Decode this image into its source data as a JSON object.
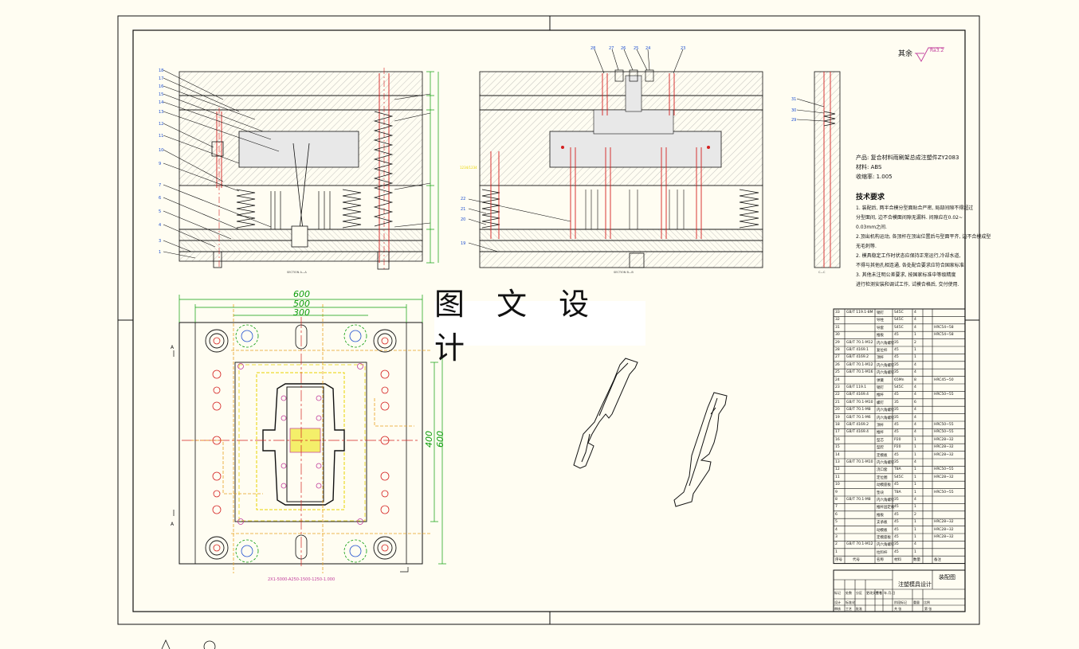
{
  "watermark": "图 文 设 计",
  "roughness_note": "其余",
  "product_info": [
    "产品: 复合材料雨刷架总成注塑件ZY2083",
    "材料: ABS",
    "收缩率: 1.005"
  ],
  "technical_requirements": {
    "title": "技术要求",
    "lines": [
      "1. 装配后, 两半合模分型面贴合严密, 局部间隙不得超过",
      "分型面间, 边不合模面间隙无漏料. 间隙应在0.02~",
      "0.03mm之间.",
      "2.顶出机构运动, 各顶杆在顶出位置后与型面平齐, 边不合模成型",
      "无毛刺等.",
      "2. 模具稳定工作时状态应保持正常运行,冷却水道,",
      "不得与其他孔相连通, 各处配合要求应符合国家标准.",
      "3. 其他未注明公差要求, 按国家标准中等级精度",
      "进行检测安装和调试工作, 试模合格后, 交付使用."
    ]
  },
  "dimensions": {
    "d600": "600",
    "d500": "500",
    "d300": "300",
    "d400": "400",
    "d600v": "600"
  },
  "bom_rows": [
    [
      "33",
      "GB/T 119.1-8M",
      "销钉",
      "S45C",
      "4",
      ""
    ],
    [
      "32",
      "",
      "导柱",
      "S45C",
      "4",
      ""
    ],
    [
      "31",
      "",
      "导套",
      "S45C",
      "4",
      "HRC54~58"
    ],
    [
      "30",
      "",
      "推板",
      "45",
      "1",
      "HRC54~58"
    ],
    [
      "29",
      "GB/T 70.1-M12",
      "内六角螺钉",
      "35",
      "2",
      ""
    ],
    [
      "28",
      "GB/T 4169.1",
      "复位杆",
      "45",
      "1",
      ""
    ],
    [
      "27",
      "GB/T 4169.2",
      "顶杆",
      "45",
      "1",
      ""
    ],
    [
      "26",
      "GB/T 70.1-M12",
      "内六角螺钉",
      "35",
      "4",
      ""
    ],
    [
      "25",
      "GB/T 70.1-M16",
      "内六角螺钉",
      "35",
      "4",
      ""
    ],
    [
      "24",
      "",
      "弹簧",
      "65Mn",
      "8",
      "HRC45~50"
    ],
    [
      "23",
      "GB/T 119.1",
      "销钉",
      "S45C",
      "4",
      ""
    ],
    [
      "22",
      "GB/T 4169.4",
      "推杆",
      "45",
      "4",
      "HRC50~55"
    ],
    [
      "21",
      "GB/T 70.1-M10",
      "螺钉",
      "35",
      "6",
      ""
    ],
    [
      "20",
      "GB/T 70.1-M8",
      "内六角螺钉",
      "35",
      "4",
      ""
    ],
    [
      "19",
      "GB/T 70.1-M6",
      "内六角螺钉",
      "35",
      "4",
      ""
    ],
    [
      "18",
      "GB/T 4169.2",
      "顶杆",
      "45",
      "4",
      "HRC50~55"
    ],
    [
      "17",
      "GB/T 4169.4",
      "推杆",
      "45",
      "4",
      "HRC50~55"
    ],
    [
      "16",
      "",
      "型芯",
      "P20",
      "1",
      "HRC28~32"
    ],
    [
      "15",
      "",
      "型腔",
      "P20",
      "1",
      "HRC28~32"
    ],
    [
      "14",
      "",
      "定模板",
      "45",
      "1",
      "HRC28~32"
    ],
    [
      "13",
      "GB/T 70.1-M10",
      "内六角螺钉",
      "35",
      "4",
      ""
    ],
    [
      "12",
      "",
      "浇口套",
      "T8A",
      "1",
      "HRC50~55"
    ],
    [
      "11",
      "",
      "定位圈",
      "S45C",
      "1",
      "HRC28~32"
    ],
    [
      "10",
      "",
      "动模座板",
      "45",
      "1",
      ""
    ],
    [
      "9",
      "",
      "垫块",
      "T8A",
      "1",
      "HRC50~55"
    ],
    [
      "8",
      "GB/T 70.1-M8",
      "内六角螺钉",
      "35",
      "4",
      ""
    ],
    [
      "7",
      "",
      "推杆固定板",
      "45",
      "1",
      ""
    ],
    [
      "6",
      "",
      "推板",
      "45",
      "2",
      ""
    ],
    [
      "5",
      "",
      "支承板",
      "45",
      "1",
      "HRC28~32"
    ],
    [
      "4",
      "",
      "动模板",
      "45",
      "1",
      "HRC28~32"
    ],
    [
      "3",
      "",
      "定模座板",
      "45",
      "1",
      "HRC28~32"
    ],
    [
      "2",
      "GB/T 70.1-M12",
      "内六角螺钉",
      "35",
      "4",
      ""
    ],
    [
      "1",
      "",
      "拉料杆",
      "45",
      "1",
      ""
    ]
  ],
  "bom_header": [
    "序号",
    "代号",
    "名称",
    "材料",
    "数量",
    "备注"
  ],
  "title_block": {
    "title": "注塑模具设计",
    "drawing_name": "装配图",
    "labels": [
      "标记",
      "处数",
      "分区",
      "更改文件号",
      "签名",
      "年.月.日"
    ],
    "labels2": [
      "设计",
      "标准化",
      "阶段标记",
      "重量",
      "比例"
    ],
    "labels3": [
      "审核",
      "工艺",
      "批准",
      "共 张",
      "第 张"
    ]
  },
  "gate_caption": "2X1-5000-A250-1500-1250-1.000",
  "colors": {
    "background": "#fffdf2",
    "outline": "#111111",
    "center_line": "#d42020",
    "hidden_line": "#e8a020",
    "dimension": "#0a9c0a",
    "leader": "#1e4fd0",
    "cavity_outline": "#e8d400",
    "part_outline": "#c03a9a"
  }
}
